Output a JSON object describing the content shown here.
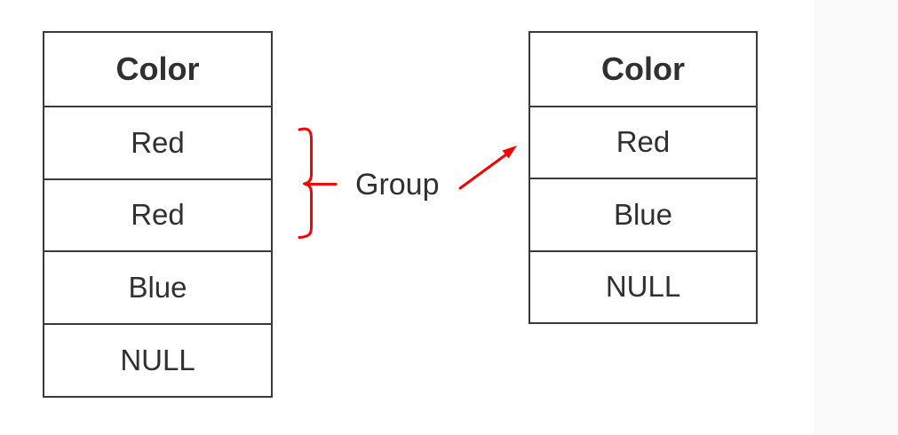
{
  "diagram": {
    "left_table": {
      "header": "Color",
      "rows": [
        "Red",
        "Red",
        "Blue",
        "NULL"
      ]
    },
    "right_table": {
      "header": "Color",
      "rows": [
        "Red",
        "Blue",
        "NULL"
      ]
    },
    "annotation": {
      "label": "Group",
      "brace_icon": "curly-brace",
      "arrow_icon": "arrow-up-right"
    },
    "colors": {
      "annotation_red": "#f80000",
      "table_border": "#3a3a3a",
      "text": "#303030",
      "page_bg": "#ffffff",
      "side_strip_bg": "#fafafa"
    }
  }
}
